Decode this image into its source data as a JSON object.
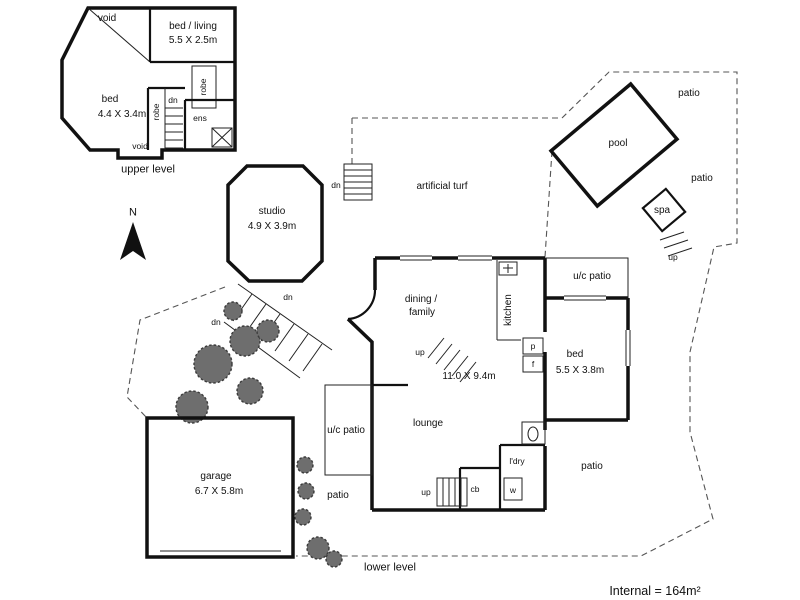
{
  "colors": {
    "wall": "#111111",
    "boundary": "#555555",
    "shrub": "#6e6e6e",
    "background": "#ffffff"
  },
  "upper_level": {
    "void_top": "void",
    "bed_living": "bed / living",
    "bed_living_dims": "5.5 X 2.5m",
    "bed": "bed",
    "bed_dims": "4.4 X 3.4m",
    "robe_left": "robe",
    "robe_right": "robe",
    "dn": "dn",
    "ens": "ens",
    "void_bottom": "void",
    "caption": "upper level"
  },
  "compass": {
    "north": "N"
  },
  "studio": {
    "name": "studio",
    "dims": "4.9 X 3.9m",
    "dn": "dn"
  },
  "site": {
    "artificial_turf": "artificial turf",
    "pool": "pool",
    "patio_top": "patio",
    "patio_right": "patio",
    "spa": "spa",
    "up_spa": "up",
    "walkway_dn_upper": "dn",
    "walkway_dn_lower": "dn"
  },
  "main": {
    "uc_patio_top": "u/c patio",
    "dining_line1": "dining /",
    "dining_line2": "family",
    "kitchen": "kitchen",
    "up_mid": "up",
    "dims": "11.0 X 9.4m",
    "bed": "bed",
    "bed_dims": "5.5 X 3.8m",
    "lounge": "lounge",
    "uc_patio_left": "u/c patio",
    "cb": "cb",
    "laundry": "l'dry",
    "washer": "w",
    "up_bottom": "up",
    "patio_bottom": "patio",
    "pantry": "p",
    "fridge": "f"
  },
  "garage": {
    "name": "garage",
    "dims": "6.7 X 5.8m",
    "patio": "patio"
  },
  "captions": {
    "lower_level": "lower level",
    "internal_area": "Internal = 164m²"
  }
}
